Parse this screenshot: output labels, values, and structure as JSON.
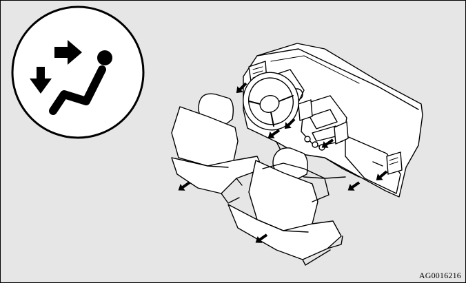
{
  "figure": {
    "reference_code": "AG0016216",
    "background_color": "#e6e6e6",
    "line_color": "#000000",
    "symbol_icon": "air-flow-to-driver-icon",
    "main_illustration": "car-interior-dashboard-and-front-seats",
    "airflow_arrow_icon": "airflow-arrow-icon",
    "airflow_arrow_count": 8
  }
}
